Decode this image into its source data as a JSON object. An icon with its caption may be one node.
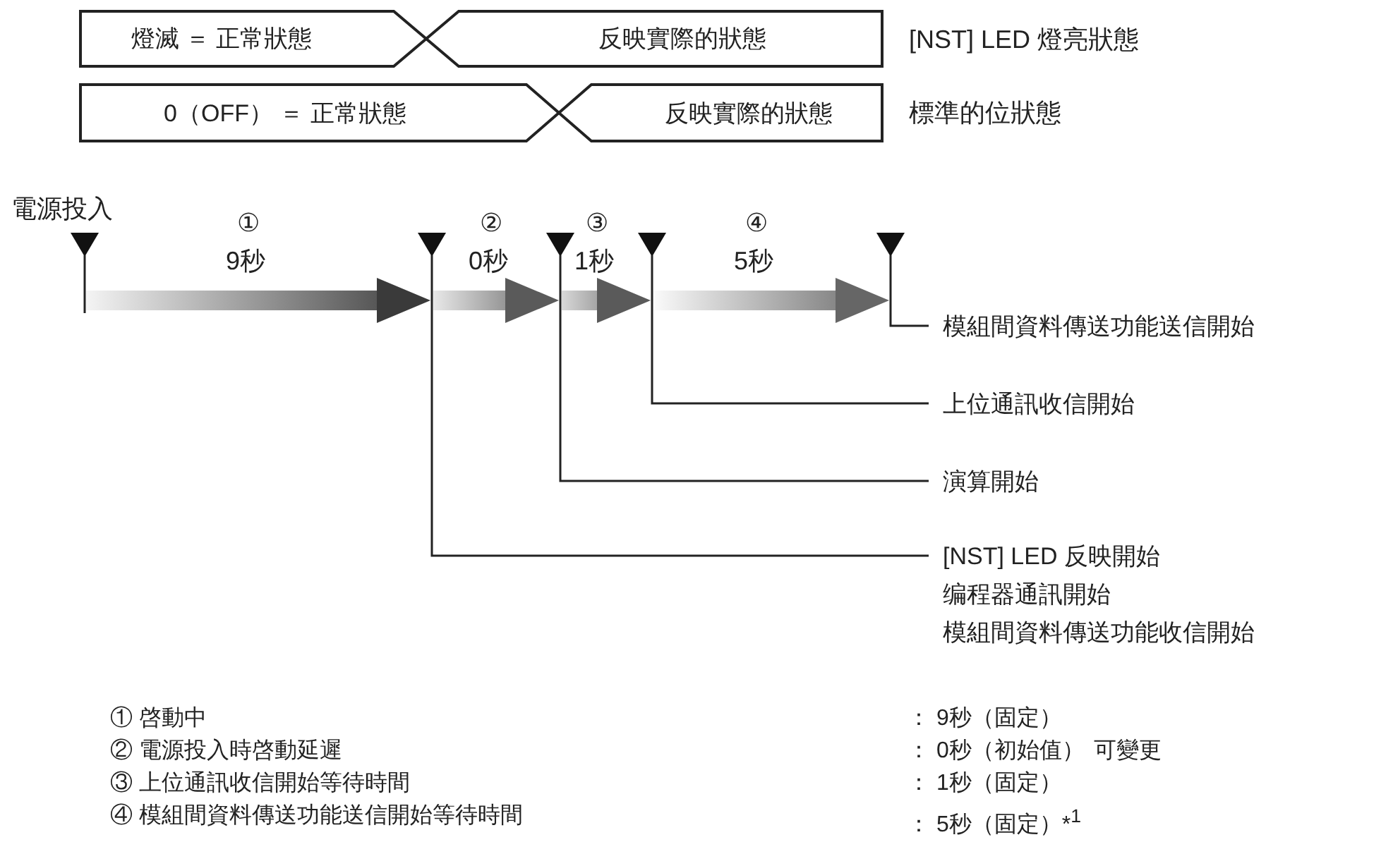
{
  "diagram": {
    "nodes": [
      {
        "text": [
          "燈滅 ＝ 正常狀態"
        ]
      },
      {
        "text": [
          "反映實際的狀態"
        ]
      },
      {
        "text": [
          "0（OFF） ＝ 正常狀態"
        ]
      },
      {
        "text": [
          "反映實際的狀態"
        ]
      },
      {
        "text": [],
        "shape": "triangle",
        "beside": [
          "電源投入"
        ]
      },
      {
        "text": [],
        "shape": "triangle"
      },
      {
        "text": [],
        "shape": "triangle"
      },
      {
        "text": [],
        "shape": "triangle"
      },
      {
        "text": [],
        "shape": "triangle"
      },
      {
        "text": [
          "模組間資料傳送功能送信開始"
        ]
      },
      {
        "text": [
          "上位通訊收信開始"
        ]
      },
      {
        "text": [
          "演算開始"
        ]
      },
      {
        "text": [
          "[NST] LED 反映開始",
          "编程器通訊開始",
          "模組間資料傳送功能收信開始"
        ]
      }
    ],
    "edges": [
      {
        "from": 4,
        "to": 5,
        "arrow": "to"
      },
      {
        "from": 5,
        "to": 6,
        "arrow": "to"
      },
      {
        "from": 6,
        "to": 7,
        "arrow": "to"
      },
      {
        "from": 7,
        "to": 8,
        "arrow": "to"
      },
      {
        "from": 9,
        "to": 8,
        "arrow": "none"
      },
      {
        "from": 10,
        "to": 7,
        "arrow": "none"
      },
      {
        "from": 11,
        "to": 6,
        "arrow": "none"
      },
      {
        "from": 12,
        "to": 5,
        "arrow": "none"
      }
    ],
    "labels": [
      "[NST] LED 燈亮狀態",
      "標準的位狀態",
      "①",
      "9秒",
      "②",
      "0秒",
      "③",
      "1秒",
      "④",
      "5秒",
      "① 啓動中",
      "： 9秒（固定）",
      "② 電源投入時啓動延遲",
      "： 0秒（初始值）",
      "可變更",
      "③ 上位通訊收信開始等待時間",
      "： 1秒（固定）",
      "④ 模組間資料傳送功能送信開始等待時間",
      "： 5秒（固定）*$^{1}$"
    ]
  }
}
